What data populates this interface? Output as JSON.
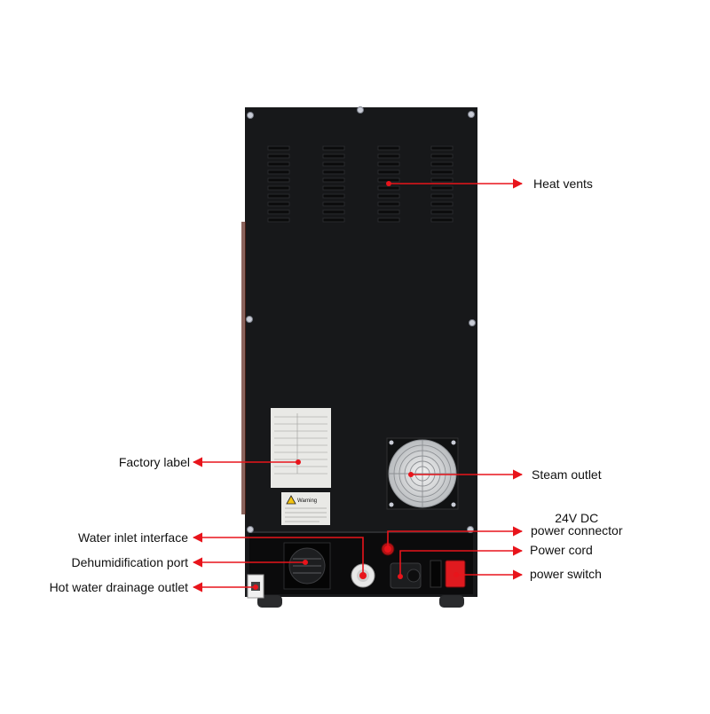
{
  "labels": {
    "heat_vents": "Heat vents",
    "factory_label": "Factory label",
    "steam_outlet": "Steam outlet",
    "dc_connector_line1": "24V DC",
    "dc_connector_line2": "power connector",
    "water_inlet": "Water inlet interface",
    "power_cord": "Power cord",
    "dehumidification_port": "Dehumidification port",
    "power_switch": "power switch",
    "hot_water_drain": "Hot water drainage outlet"
  },
  "sticker": {
    "warning_word": "Warning"
  },
  "colors": {
    "callout": "#e8141b",
    "body": "#17181a",
    "switch": "#e01a1f",
    "sticker": "#e9e9e6",
    "screw": "#c9ccd6"
  }
}
